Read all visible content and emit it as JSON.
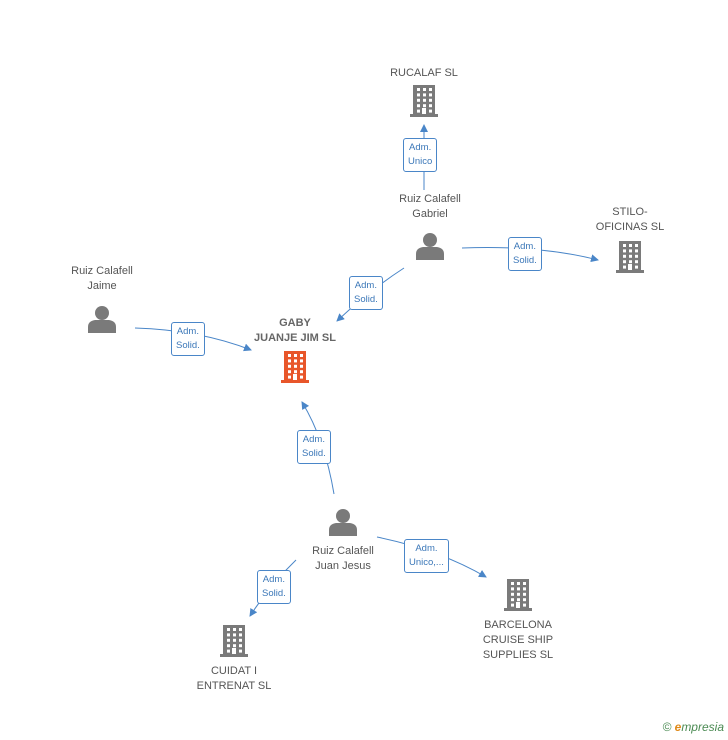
{
  "colors": {
    "edge": "#4a86c8",
    "person": "#7a7a7a",
    "company": "#7a7a7a",
    "company_main": "#e8562a",
    "label": "#555555"
  },
  "nodes": [
    {
      "id": "gaby",
      "kind": "company",
      "main": true,
      "lines": [
        "GABY",
        "JUANJE JIM SL"
      ]
    },
    {
      "id": "rucalaf",
      "kind": "company",
      "lines": [
        "RUCALAF SL"
      ]
    },
    {
      "id": "stilo",
      "kind": "company",
      "lines": [
        "STILO-",
        "OFICINAS SL"
      ]
    },
    {
      "id": "barcelona",
      "kind": "company",
      "lines": [
        "BARCELONA",
        "CRUISE SHIP",
        "SUPPLIES SL"
      ]
    },
    {
      "id": "cuidat",
      "kind": "company",
      "lines": [
        "CUIDAT I",
        "ENTRENAT SL"
      ]
    },
    {
      "id": "gabriel",
      "kind": "person",
      "lines": [
        "Ruiz Calafell",
        "Gabriel"
      ]
    },
    {
      "id": "jaime",
      "kind": "person",
      "lines": [
        "Ruiz Calafell",
        "Jaime"
      ]
    },
    {
      "id": "juanjesus",
      "kind": "person",
      "lines": [
        "Ruiz Calafell",
        "Juan Jesus"
      ]
    }
  ],
  "edges": [
    {
      "id": "e1",
      "from": "gabriel",
      "to": "rucalaf",
      "badge": [
        "Adm.",
        "Unico"
      ]
    },
    {
      "id": "e2",
      "from": "gabriel",
      "to": "stilo",
      "badge": [
        "Adm.",
        "Solid."
      ]
    },
    {
      "id": "e3",
      "from": "gabriel",
      "to": "gaby",
      "badge": [
        "Adm.",
        "Solid."
      ]
    },
    {
      "id": "e4",
      "from": "jaime",
      "to": "gaby",
      "badge": [
        "Adm.",
        "Solid."
      ]
    },
    {
      "id": "e5",
      "from": "juanjesus",
      "to": "gaby",
      "badge": [
        "Adm.",
        "Solid."
      ]
    },
    {
      "id": "e6",
      "from": "juanjesus",
      "to": "barcelona",
      "badge": [
        "Adm.",
        "Unico,..."
      ]
    },
    {
      "id": "e7",
      "from": "juanjesus",
      "to": "cuidat",
      "badge": [
        "Adm.",
        "Solid."
      ]
    }
  ],
  "brand": {
    "copyright": "©",
    "e": "e",
    "rest": "mpresia"
  }
}
